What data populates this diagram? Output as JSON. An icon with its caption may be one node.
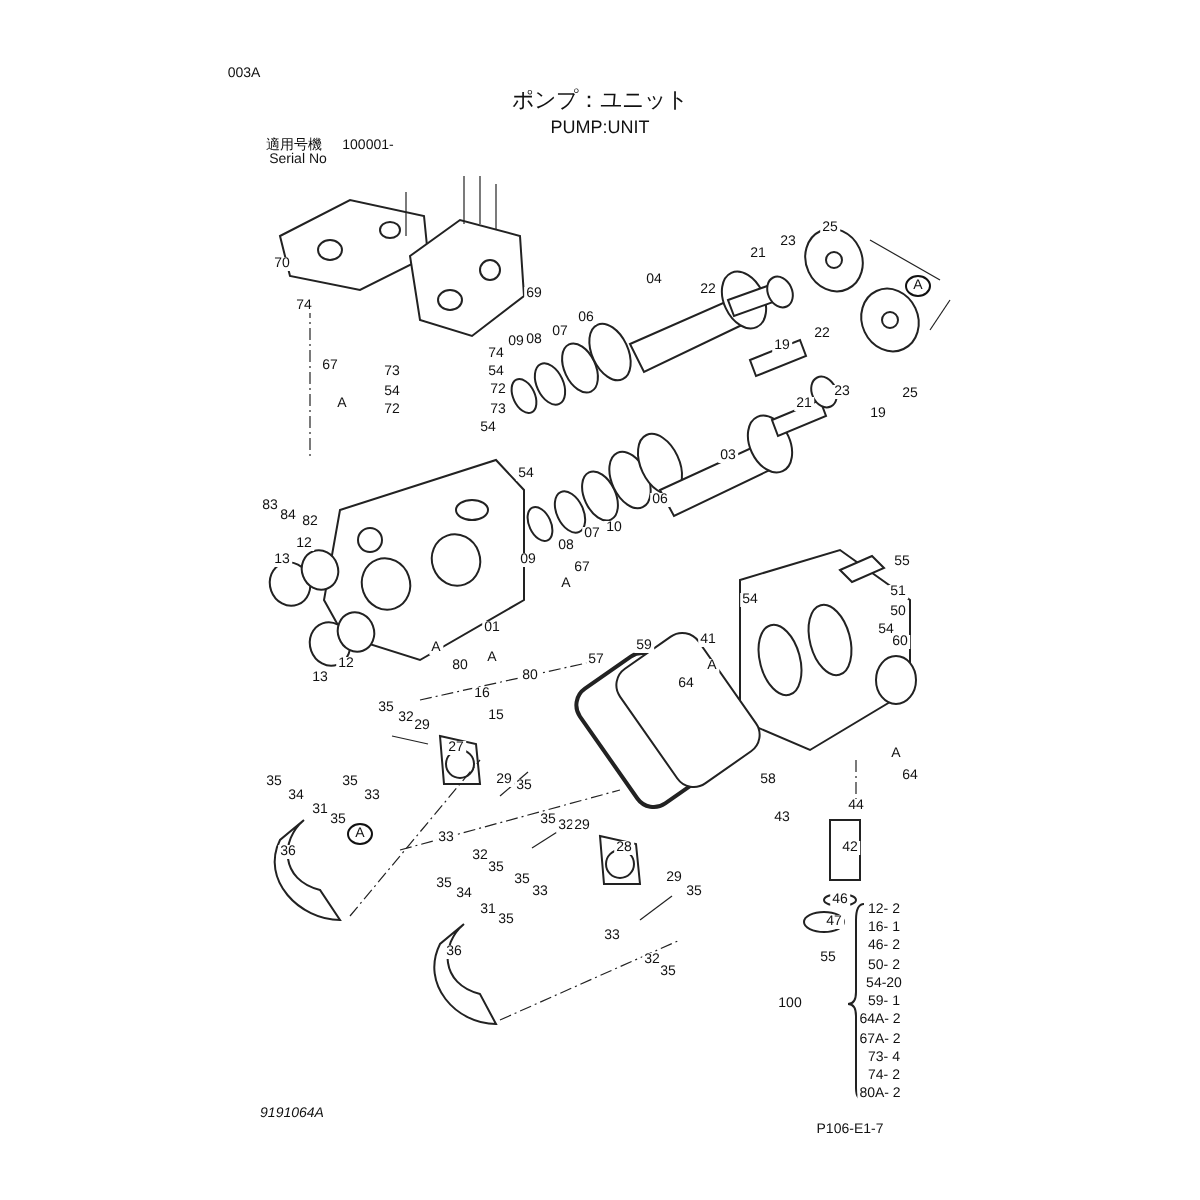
{
  "diagram": {
    "title": "ポンプ：ユニット",
    "labels": [
      "003A",
      "PUMP:UNIT",
      "適用号機",
      "100001-",
      "Serial No",
      "70",
      "74",
      "69",
      "04",
      "22",
      "21",
      "23",
      "25",
      "A",
      "06",
      "07",
      "09",
      "08",
      "74",
      "22",
      "19",
      "21",
      "23",
      "19",
      "25",
      "03",
      "67",
      "A",
      "73",
      "54",
      "54",
      "72",
      "72",
      "73",
      "54",
      "54",
      "83",
      "84",
      "82",
      "13",
      "12",
      "13",
      "12",
      "01",
      "09",
      "08",
      "07",
      "10",
      "06",
      "67",
      "A",
      "A",
      "80",
      "A",
      "80",
      "16",
      "15",
      "57",
      "59",
      "64",
      "A",
      "55",
      "51",
      "54",
      "50",
      "54",
      "41",
      "60",
      "58",
      "64",
      "A",
      "44",
      "43",
      "42",
      "46",
      "47",
      "55",
      "35",
      "32",
      "29",
      "27",
      "35",
      "35",
      "29",
      "35",
      "34",
      "33",
      "31",
      "35",
      "36",
      "A",
      "33",
      "32",
      "35",
      "35",
      "32",
      "29",
      "28",
      "35",
      "33",
      "29",
      "35",
      "33",
      "32",
      "35",
      "35",
      "34",
      "31",
      "35",
      "36",
      "100",
      "12- 2",
      "16- 1",
      "46- 2",
      "50- 2",
      "54-20",
      "59- 1",
      "64A- 2",
      "67A- 2",
      "73- 4",
      "74- 2",
      "80A- 2",
      "9191064A",
      "P106-E1-7"
    ]
  }
}
